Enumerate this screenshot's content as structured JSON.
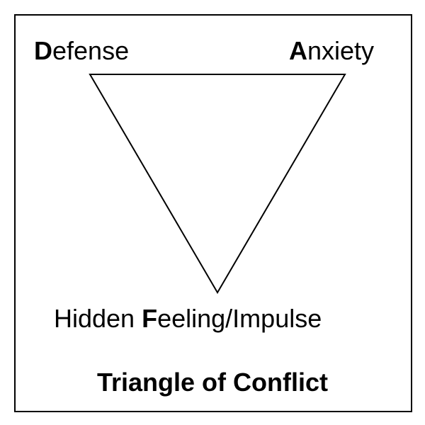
{
  "diagram": {
    "title": "Triangle of Conflict",
    "vertices": {
      "top_left": {
        "initial": "D",
        "rest": "efense"
      },
      "top_right": {
        "initial": "A",
        "rest": "nxiety"
      },
      "bottom": {
        "prefix": "Hidden ",
        "initial": "F",
        "rest": "eeling/Impulse"
      }
    },
    "colors": {
      "line": "#000000",
      "background": "#ffffff"
    }
  }
}
